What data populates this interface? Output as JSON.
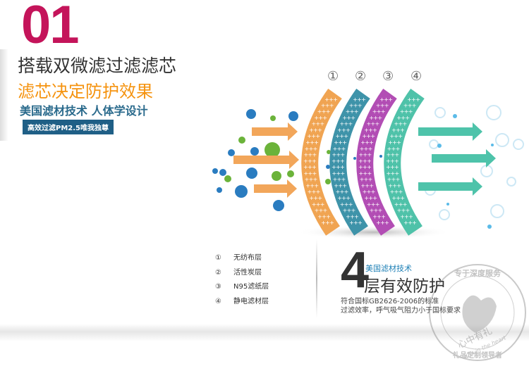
{
  "heading": {
    "number": "01",
    "title": "搭载双微滤过滤滤芯",
    "subtitle": "滤芯决定防护效果",
    "tagline": "美国滤材技术  人体学设计",
    "badge": "高效过滤PM2.5唯我独尊"
  },
  "layers": {
    "markers": [
      "①",
      "②",
      "③",
      "④"
    ],
    "colors": [
      "#f0a452",
      "#3e93a9",
      "#b24db4",
      "#4fc2a9"
    ]
  },
  "legend": [
    {
      "mark": "①",
      "label": "无纺布层"
    },
    {
      "mark": "②",
      "label": "活性炭层"
    },
    {
      "mark": "③",
      "label": "N95滤纸层"
    },
    {
      "mark": "④",
      "label": "静电滤材层"
    }
  ],
  "feature": {
    "number": "4",
    "tag": "美国滤材技术",
    "title": "层有效防护",
    "desc1": "符合国标GB2626-2006的标准",
    "desc2": "过滤效率，呼气吸气阻力小于国标要求"
  },
  "watermark": {
    "top": "专于深度服务",
    "center": "心中有礼",
    "english": "Gifts in the heart",
    "bottom": "礼品定制领导者"
  }
}
